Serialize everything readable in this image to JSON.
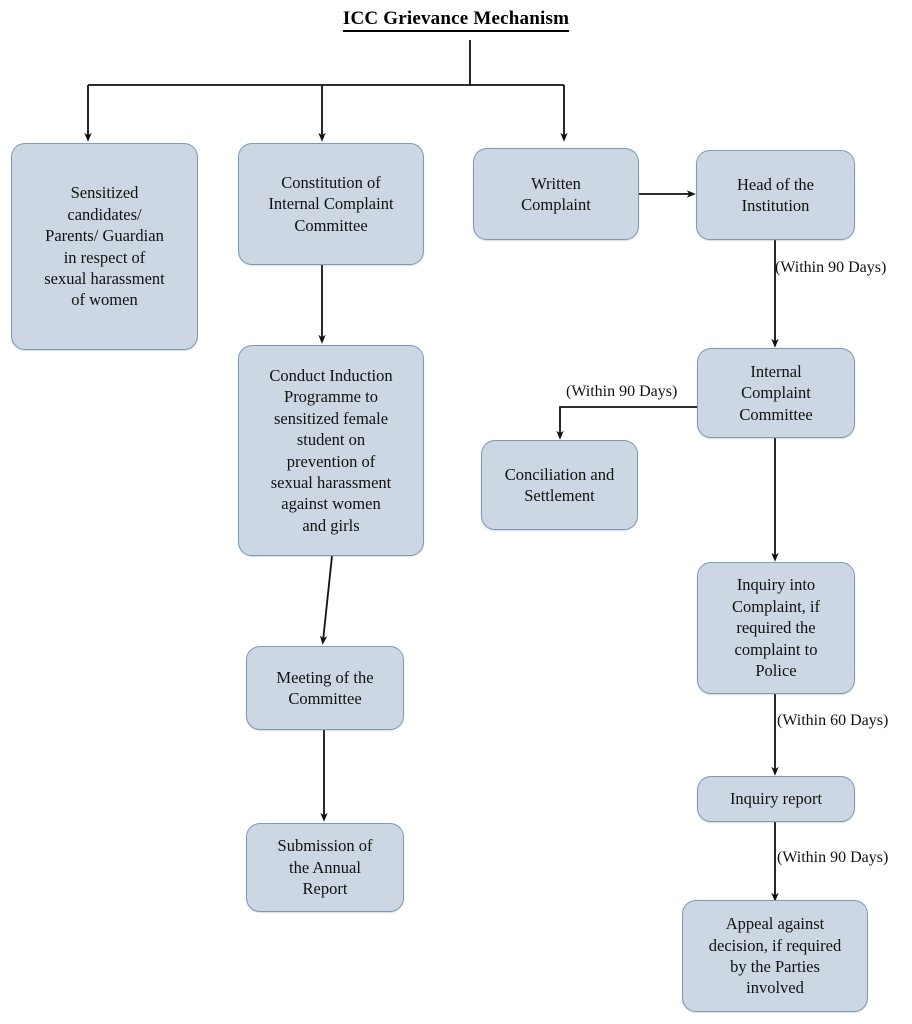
{
  "diagram": {
    "title": "ICC Grievance Mechanism",
    "nodes": [
      {
        "id": "sensitized",
        "label": "Sensitized\ncandidates/\nParents/ Guardian\nin respect of\nsexual harassment\nof women"
      },
      {
        "id": "constitution",
        "label": "Constitution of\nInternal Complaint\nCommittee"
      },
      {
        "id": "induction",
        "label": "Conduct Induction\nProgramme to\nsensitized female\nstudent on\nprevention of\nsexual harassment\nagainst women\nand girls"
      },
      {
        "id": "meeting",
        "label": "Meeting of the\nCommittee"
      },
      {
        "id": "annual",
        "label": "Submission of\nthe Annual\nReport"
      },
      {
        "id": "written",
        "label": "Written\nComplaint"
      },
      {
        "id": "head",
        "label": "Head of the\nInstitution"
      },
      {
        "id": "icc",
        "label": "Internal\nComplaint\nCommittee"
      },
      {
        "id": "conciliation",
        "label": "Conciliation and\nSettlement"
      },
      {
        "id": "inquiry",
        "label": "Inquiry into\nComplaint, if\nrequired the\ncomplaint to\nPolice"
      },
      {
        "id": "report",
        "label": "Inquiry report"
      },
      {
        "id": "appeal",
        "label": "Appeal against\ndecision, if required\nby the Parties\ninvolved"
      }
    ],
    "edge_labels": [
      {
        "id": "head-to-icc",
        "text": "(Within 90 Days)"
      },
      {
        "id": "icc-to-conciliation",
        "text": "(Within 90 Days)"
      },
      {
        "id": "inquiry-to-report",
        "text": "(Within 60 Days)"
      },
      {
        "id": "report-to-appeal",
        "text": "(Within 90 Days)"
      }
    ],
    "colors": {
      "node_fill": "#ccd7e3",
      "node_border": "#7c9ab4",
      "connector": "#111111",
      "text": "#111111",
      "background": "#ffffff"
    }
  }
}
